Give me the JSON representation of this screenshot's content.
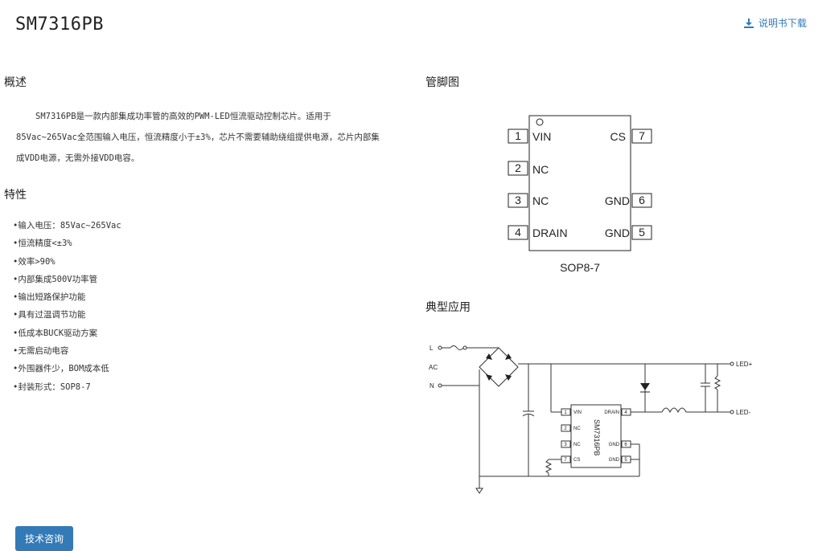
{
  "header": {
    "title": "SM7316PB",
    "download_label": "说明书下载",
    "download_icon": "download-icon"
  },
  "overview": {
    "heading": "概述",
    "text": "SM7316PB是一款内部集成功率管的高效的PWM-LED恒流驱动控制芯片。适用于85Vac~265Vac全范围输入电压，恒流精度小于±3%，芯片不需要辅助绕组提供电源，芯片内部集成VDD电源，无需外接VDD电容。"
  },
  "features": {
    "heading": "特性",
    "items": [
      "•输入电压：85Vac~265Vac",
      "•恒流精度<±3%",
      "•效率>90%",
      "•内部集成500V功率管",
      "•输出短路保护功能",
      "•具有过温调节功能",
      "•低成本BUCK驱动方案",
      "•无需启动电容",
      "•外围器件少，BOM成本低",
      "•封装形式：SOP8-7"
    ]
  },
  "pinout": {
    "heading": "管脚图",
    "left_pins": [
      {
        "num": "1",
        "name": "VIN"
      },
      {
        "num": "2",
        "name": "NC"
      },
      {
        "num": "3",
        "name": "NC"
      },
      {
        "num": "4",
        "name": "DRAIN"
      }
    ],
    "right_pins": [
      {
        "num": "7",
        "name": "CS"
      },
      {
        "num": "6",
        "name": "GND"
      },
      {
        "num": "5",
        "name": "GND"
      }
    ],
    "package": "SOP8-7"
  },
  "application": {
    "heading": "典型应用",
    "labels": {
      "l": "L",
      "ac": "AC",
      "n": "N",
      "led_plus": "LED+",
      "led_minus": "LED-",
      "chip": "SM7316PB"
    },
    "chip_left": [
      {
        "num": "1",
        "name": "VIN"
      },
      {
        "num": "2",
        "name": "NC"
      },
      {
        "num": "3",
        "name": "NC"
      },
      {
        "num": "7",
        "name": "CS"
      }
    ],
    "chip_right": [
      {
        "num": "4",
        "name": "DRAIN"
      },
      {
        "num": "6",
        "name": "GND"
      },
      {
        "num": "5",
        "name": "GND"
      }
    ]
  },
  "footer": {
    "consult_label": "技术咨询"
  }
}
